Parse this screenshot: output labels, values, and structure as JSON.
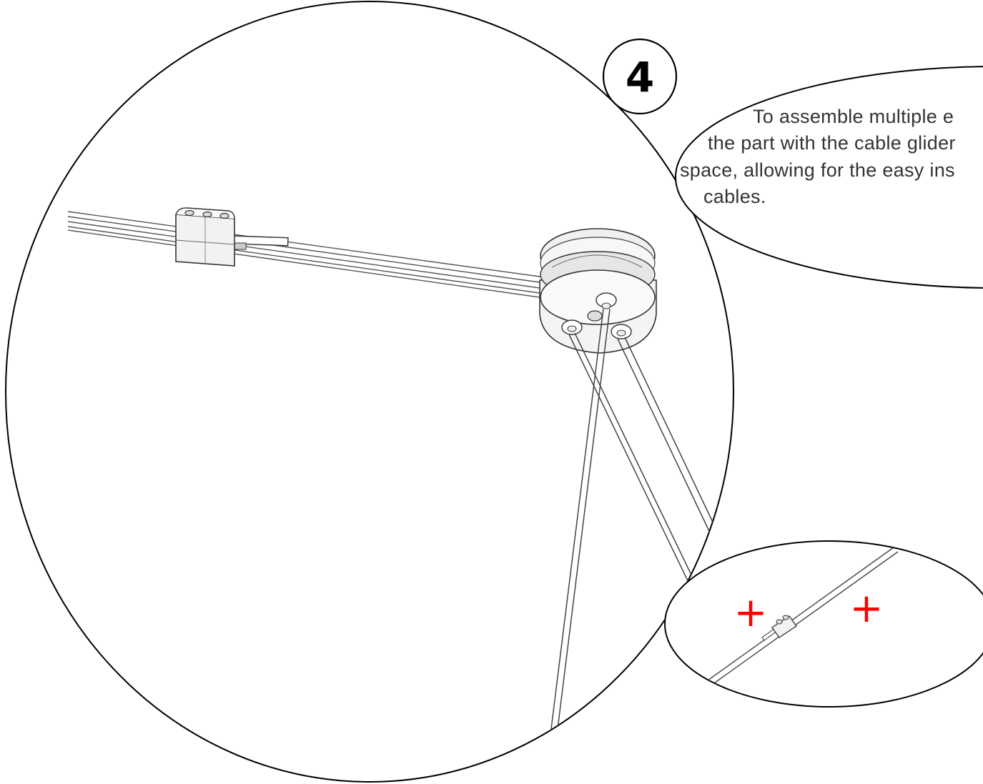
{
  "step": {
    "number": "4"
  },
  "instruction": {
    "lines": [
      "To assemble multiple e",
      "the part with the cable glider",
      "space, allowing for the easy ins",
      "cables."
    ]
  },
  "detail": {
    "markers": [
      "+",
      "+"
    ],
    "marker_color": "#ff0000"
  }
}
